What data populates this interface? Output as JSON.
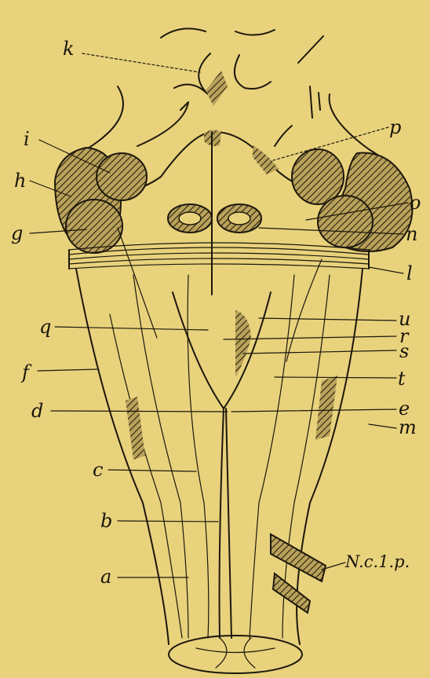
{
  "figure": {
    "labels": {
      "k": "k",
      "p": "p",
      "i": "i",
      "h": "h",
      "g": "g",
      "o": "o",
      "n": "n",
      "l": "l",
      "q": "q",
      "u": "u",
      "r": "r",
      "s": "s",
      "f": "f",
      "t": "t",
      "d": "d",
      "e": "e",
      "m": "m",
      "c": "c",
      "b": "b",
      "a": "a",
      "ncp": "N.c.1.p."
    },
    "colors": {
      "paper": "#e8d27c",
      "ink": "#1d170c"
    }
  }
}
